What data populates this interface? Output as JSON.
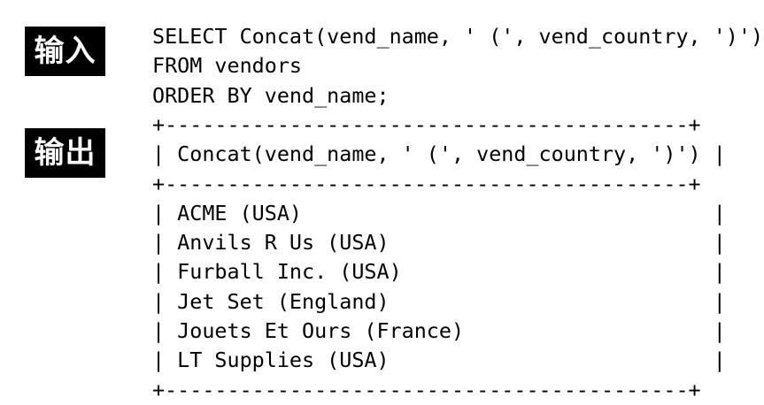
{
  "labels": {
    "input": "输入",
    "output": "输出"
  },
  "query": {
    "lines": [
      "SELECT Concat(vend_name, ' (', vend_country, ')')",
      "FROM vendors",
      "ORDER BY vend_name;"
    ]
  },
  "result": {
    "border": "+------------------------------------------+",
    "header": "| Concat(vend_name, ' (', vend_country, ')') |",
    "rows": [
      "| ACME (USA)                                 |",
      "| Anvils R Us (USA)                          |",
      "| Furball Inc. (USA)                         |",
      "| Jet Set (England)                          |",
      "| Jouets Et Ours (France)                    |",
      "| LT Supplies (USA)                          |"
    ]
  }
}
